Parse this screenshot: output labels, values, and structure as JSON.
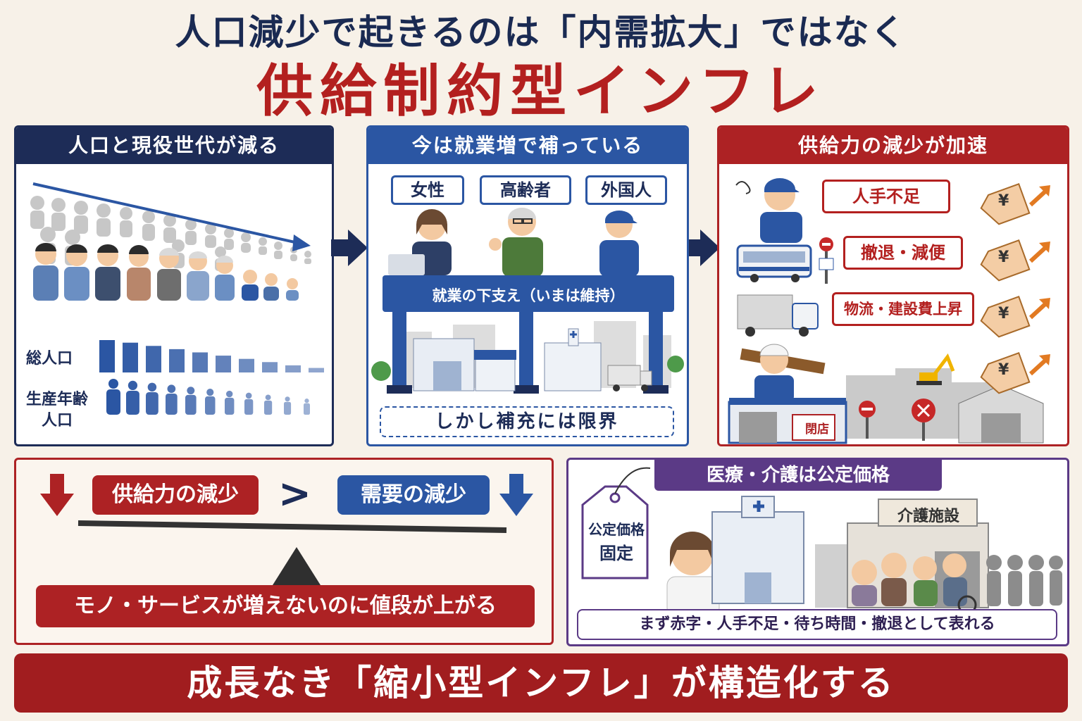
{
  "headline": {
    "line1": "人口減少で起きるのは「内需拡大」ではなく",
    "line2": "供給制約型インフレ"
  },
  "panel_population": {
    "header": "人口と現役世代が減る",
    "label_total": "総人口",
    "label_working": "生産年齢\n人口",
    "label_working_line1": "生産年齢",
    "label_working_line2": "人口",
    "total_bars_relative": [
      1.0,
      0.92,
      0.82,
      0.72,
      0.62,
      0.52,
      0.42,
      0.32,
      0.22,
      0.14
    ],
    "working_people_count": 11
  },
  "panel_employment": {
    "header": "今は就業増で補っている",
    "tags": [
      "女性",
      "高齢者",
      "外国人"
    ],
    "bridge_label": "就業の下支え（いまは維持）",
    "limit_label": "しかし補充には限界"
  },
  "panel_supply": {
    "header": "供給力の減少が加速",
    "items": [
      "人手不足",
      "撤退・減便",
      "物流・建設費上昇"
    ],
    "price_symbol": "¥",
    "closed_sign": "閉店"
  },
  "panel_balance": {
    "supply_label": "供給力の減少",
    "comparator": ">",
    "demand_label": "需要の減少",
    "result": "モノ・サービスが増えないのに値段が上がる"
  },
  "panel_medical": {
    "header": "医療・介護は公定価格",
    "price_tag_line1": "公定価格",
    "price_tag_line2": "固定",
    "facility_label": "介護施設",
    "footer": "まず赤字・人手不足・待ち時間・撤退として表れる"
  },
  "conclusion": "成長なき「縮小型インフレ」が構造化する",
  "colors": {
    "navy": "#1d2c57",
    "blue": "#2b56a3",
    "red": "#ad2224",
    "purple": "#5b3a86",
    "background": "#f7f1e8"
  }
}
